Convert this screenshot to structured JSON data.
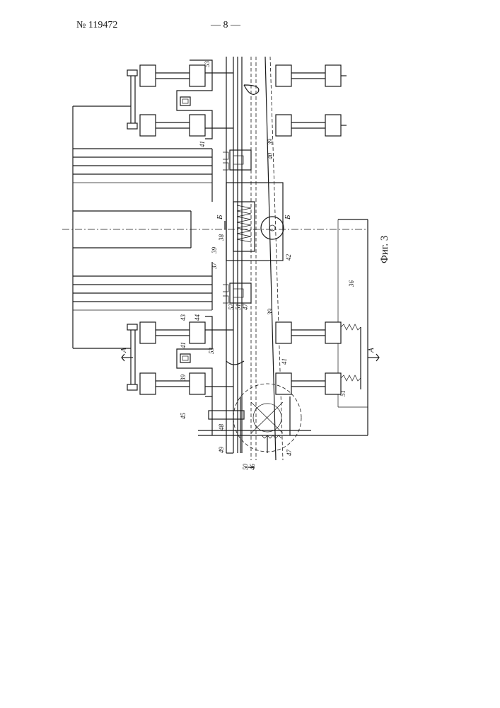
{
  "header": {
    "patent_number": "№ 119472",
    "page_number": "— 8 —"
  },
  "figure": {
    "caption": "Фиг. 3",
    "section_marks": {
      "a_top": "A",
      "a_bottom": "A",
      "b_left": "Б",
      "b_right": "Б"
    },
    "labels": {
      "l53a": "53",
      "l41a": "41",
      "l39a": "39",
      "l40": "40",
      "l38": "38",
      "l39b": "39",
      "l37": "37",
      "l42": "42",
      "l43": "43",
      "l44": "44",
      "l52": "52",
      "l51a": "51",
      "l47a": "47",
      "l39c": "39",
      "l41b": "41",
      "l53b": "53",
      "l39d": "39",
      "l41c": "41",
      "l45": "45",
      "l48": "48",
      "l49": "49",
      "l50": "50",
      "l46": "46",
      "l47b": "47",
      "l51b": "51",
      "l36": "36"
    }
  }
}
